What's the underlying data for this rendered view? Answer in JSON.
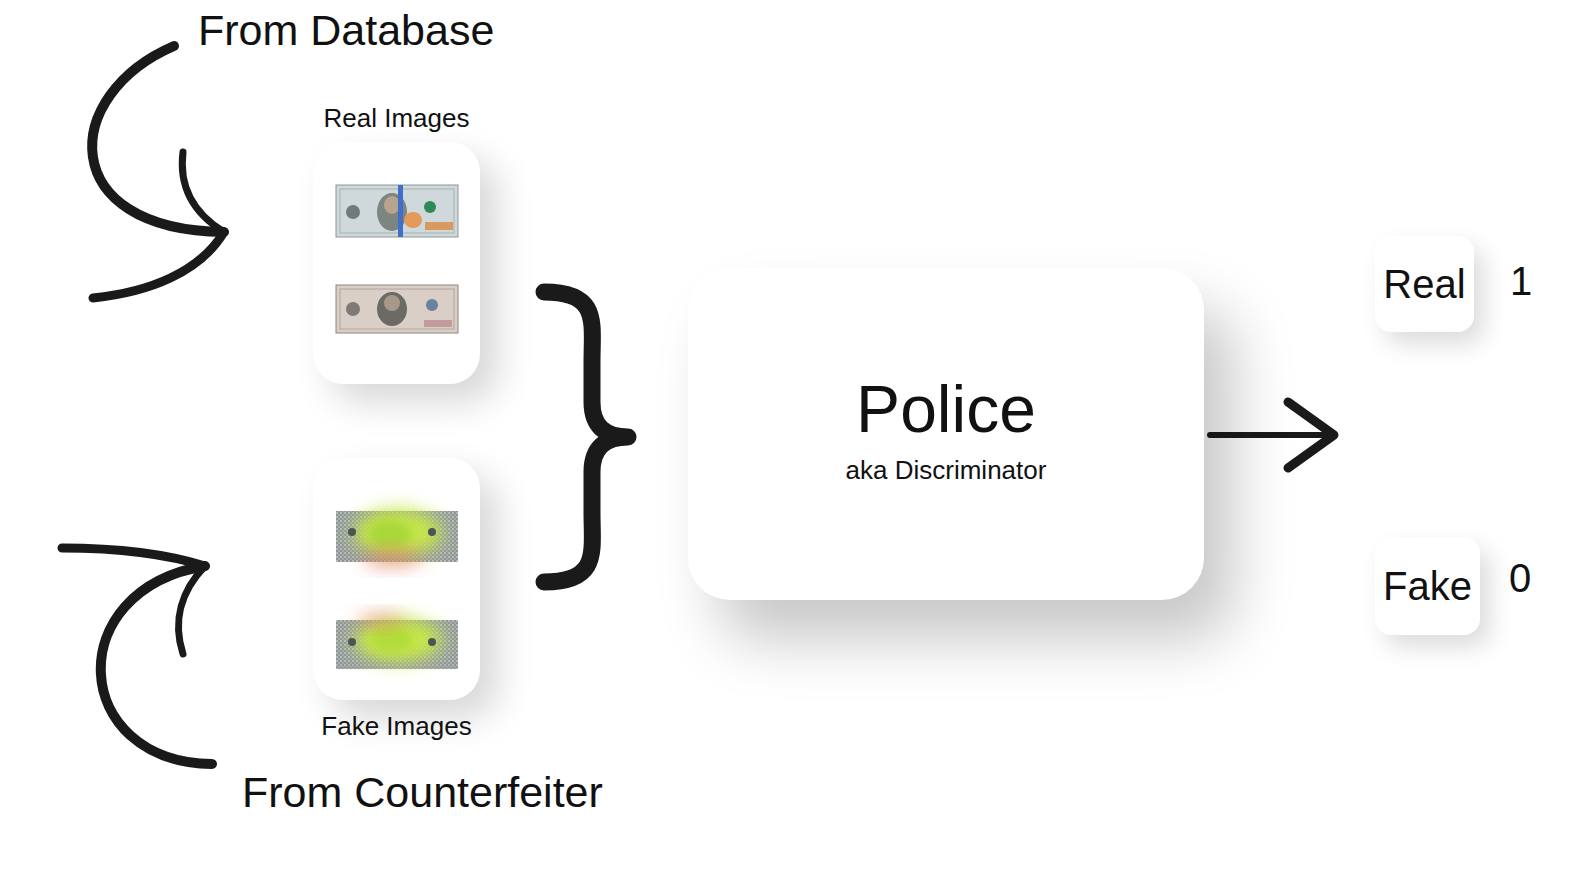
{
  "diagram": {
    "nodes": [
      {
        "text": [
          "Real Images"
        ]
      },
      {
        "text": [
          "Fake Images"
        ]
      },
      {
        "text": [
          "Police",
          "aka Discriminator"
        ]
      },
      {
        "text": [
          "Real"
        ]
      },
      {
        "text": [
          "Fake"
        ]
      }
    ],
    "labels": [
      "From Database",
      "From Counterfeiter",
      "1",
      "0"
    ]
  }
}
